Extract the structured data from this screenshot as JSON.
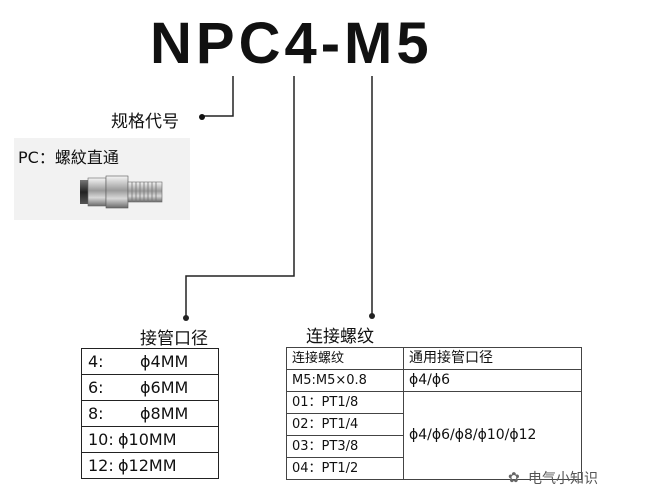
{
  "model_code": "NPC4-M5",
  "spec_code_label": "规格代号",
  "type_caption": "PC：螺紋直通",
  "bore_label": "接管口径",
  "thread_label": "连接螺纹",
  "bore_table": [
    {
      "code": "4:",
      "size": "ϕ4MM"
    },
    {
      "code": "6:",
      "size": "ϕ6MM"
    },
    {
      "code": "8:",
      "size": "ϕ8MM"
    },
    {
      "code": "10:",
      "size": "ϕ10MM"
    },
    {
      "code": "12:",
      "size": "ϕ12MM"
    }
  ],
  "thread_table": {
    "headers": [
      "连接螺纹",
      "通用接管口径"
    ],
    "rows": [
      {
        "thread": "M5:M5×0.8",
        "bore": "ϕ4/ϕ6"
      },
      {
        "thread": "01：PT1/8"
      },
      {
        "thread": "02：PT1/4"
      },
      {
        "thread": "03：PT3/8"
      },
      {
        "thread": "04：PT1/2"
      }
    ],
    "merged_bore": "ϕ4/ϕ6/ϕ8/ϕ10/ϕ12"
  },
  "watermark": "电气小知识"
}
